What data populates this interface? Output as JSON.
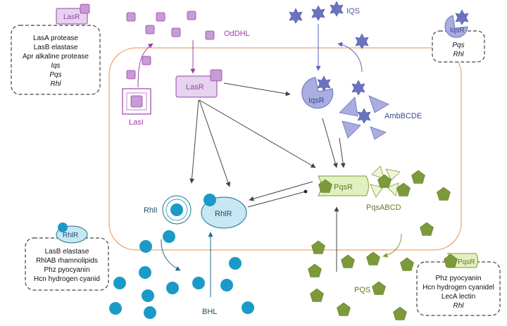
{
  "colors": {
    "las": "#9b3fa6",
    "las_fill": "#c79bd6",
    "iqs": "#6a73c2",
    "iqs_fill": "#a9addf",
    "rhl": "#1f6e8c",
    "rhl_fill": "#c6e7f3",
    "bhl": "#1b9ac7",
    "pqs": "#7d9a3b",
    "pqs_fill": "#e2efbf",
    "cell": "#f0a46d",
    "arrow": "#444444"
  },
  "labels": {
    "lasr": "LasR",
    "lasi": "LasI",
    "oddhl": "OdDHL",
    "iqs": "IQS",
    "iqsr": "IqsR",
    "ambbcde": "AmbBCDE",
    "pqsr": "PqsR",
    "pqsabcd": "PqsABCD",
    "rhli": "RhlI",
    "rhlr": "RhlR",
    "bhl": "BHL",
    "pqs": "PQS"
  },
  "boxes": {
    "lasr": {
      "title": "LasR",
      "lines": [
        "LasA protease",
        "LasB elastase",
        "Apr alkaline protease",
        "Iqs",
        "Pqs",
        "Rhl"
      ]
    },
    "iqsr": {
      "title": "IqsR",
      "lines": [
        "Pqs",
        "Rhl"
      ]
    },
    "rhlr": {
      "title": "RhlR",
      "lines": [
        "LasB elastase",
        "RhlAB rhamnolipids",
        "Phz pyocyanin",
        "Hcn hydrogen cyanid"
      ]
    },
    "pqsr": {
      "title": "PqsR",
      "lines": [
        "Phz pyocyanin",
        "Hcn hydrogen cyanidel",
        "LecA lectin",
        "Rhl"
      ]
    }
  }
}
